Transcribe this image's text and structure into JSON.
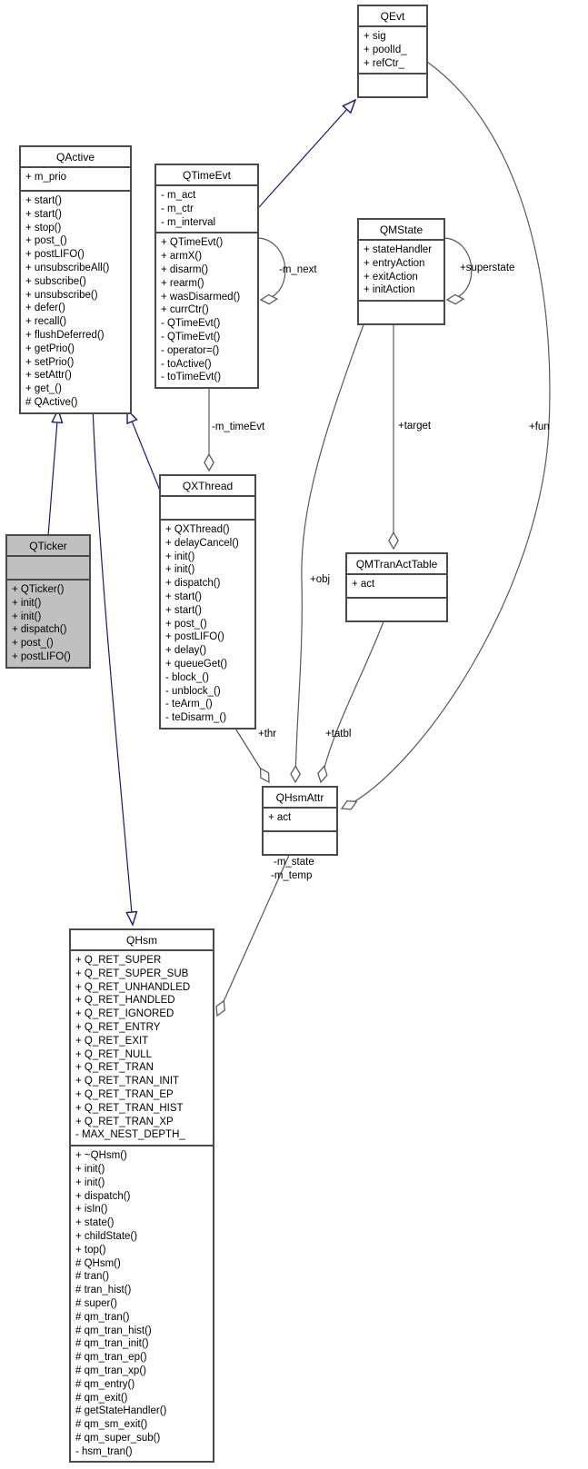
{
  "diagram": {
    "classes": [
      {
        "id": "qevt",
        "name": "QEvt",
        "attributes": [
          "+ sig",
          "+ poolId_",
          "+ refCtr_"
        ],
        "methods": []
      },
      {
        "id": "qactive",
        "name": "QActive",
        "attributes": [
          "+ m_prio"
        ],
        "methods": [
          "+ start()",
          "+ start()",
          "+ stop()",
          "+ post_()",
          "+ postLIFO()",
          "+ unsubscribeAll()",
          "+ subscribe()",
          "+ unsubscribe()",
          "+ defer()",
          "+ recall()",
          "+ flushDeferred()",
          "+ getPrio()",
          "+ setPrio()",
          "+ setAttr()",
          "+ get_()",
          "# QActive()"
        ]
      },
      {
        "id": "qtimeevt",
        "name": "QTimeEvt",
        "attributes": [
          "- m_act",
          "- m_ctr",
          "- m_interval"
        ],
        "methods": [
          "+ QTimeEvt()",
          "+ armX()",
          "+ disarm()",
          "+ rearm()",
          "+ wasDisarmed()",
          "+ currCtr()",
          "- QTimeEvt()",
          "- QTimeEvt()",
          "- operator=()",
          "- toActive()",
          "- toTimeEvt()"
        ]
      },
      {
        "id": "qmstate",
        "name": "QMState",
        "attributes": [
          "+ stateHandler",
          "+ entryAction",
          "+ exitAction",
          "+ initAction"
        ],
        "methods": []
      },
      {
        "id": "qticker",
        "name": "QTicker",
        "attributes": [],
        "methods": [
          "+ QTicker()",
          "+ init()",
          "+ init()",
          "+ dispatch()",
          "+ post_()",
          "+ postLIFO()"
        ]
      },
      {
        "id": "qxthread",
        "name": "QXThread",
        "attributes": [],
        "methods": [
          "+ QXThread()",
          "+ delayCancel()",
          "+ init()",
          "+ init()",
          "+ dispatch()",
          "+ start()",
          "+ start()",
          "+ post_()",
          "+ postLIFO()",
          "+ delay()",
          "+ queueGet()",
          "- block_()",
          "- unblock_()",
          "- teArm_()",
          "- teDisarm_()"
        ]
      },
      {
        "id": "qmtranacttable",
        "name": "QMTranActTable",
        "attributes": [
          "+ act"
        ],
        "methods": []
      },
      {
        "id": "qhsmattr",
        "name": "QHsmAttr",
        "attributes": [
          "+ act"
        ],
        "methods": []
      },
      {
        "id": "qhsm",
        "name": "QHsm",
        "attributes": [
          "+ Q_RET_SUPER",
          "+ Q_RET_SUPER_SUB",
          "+ Q_RET_UNHANDLED",
          "+ Q_RET_HANDLED",
          "+ Q_RET_IGNORED",
          "+ Q_RET_ENTRY",
          "+ Q_RET_EXIT",
          "+ Q_RET_NULL",
          "+ Q_RET_TRAN",
          "+ Q_RET_TRAN_INIT",
          "+ Q_RET_TRAN_EP",
          "+ Q_RET_TRAN_HIST",
          "+ Q_RET_TRAN_XP",
          "- MAX_NEST_DEPTH_"
        ],
        "methods": [
          "+ ~QHsm()",
          "+ init()",
          "+ init()",
          "+ dispatch()",
          "+ isIn()",
          "+ state()",
          "+ childState()",
          "+ top()",
          "# QHsm()",
          "# tran()",
          "# tran_hist()",
          "# super()",
          "# qm_tran()",
          "# qm_tran_hist()",
          "# qm_tran_init()",
          "# qm_tran_ep()",
          "# qm_tran_xp()",
          "# qm_entry()",
          "# qm_exit()",
          "# getStateHandler()",
          "# qm_sm_exit()",
          "# qm_super_sub()",
          "- hsm_tran()"
        ]
      }
    ],
    "edge_labels": {
      "m_next": "-m_next",
      "superstate": "+superstate",
      "m_timeevt": "-m_timeEvt",
      "target": "+target",
      "fun": "+fun",
      "obj": "+obj",
      "thr": "+thr",
      "tatbl": "+tatbl",
      "m_state": "-m_state",
      "m_temp": "-m_temp"
    },
    "colors": {
      "inheritance": "#191970",
      "aggregation": "#595959",
      "box_border": "#4a4a4a",
      "highlight_fill": "#c0c0c0"
    }
  }
}
